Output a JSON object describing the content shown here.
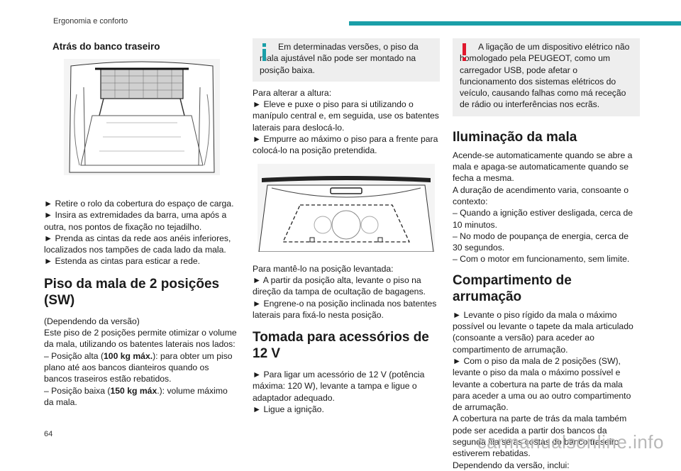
{
  "header": {
    "section": "Ergonomia e conforto"
  },
  "page_number": "64",
  "watermark": "carmanualsonline.info",
  "col1": {
    "subheading": "Atrás do banco traseiro",
    "steps": "► Retire o rolo da cobertura do espaço de carga.\n► Insira as extremidades da barra, uma após a outra, nos pontos de fixação no tejadilho.\n► Prenda as cintas da rede aos anéis inferiores, localizados nos tampões de cada lado da mala.\n► Estenda as cintas para esticar a rede.",
    "heading": "Piso da mala de 2 posições (SW)",
    "intro": "(Dependendo da versão)\nEste piso de 2 posições permite otimizar o volume da mala, utilizando os batentes laterais nos lados:",
    "item1_pre": "– Posição alta (",
    "item1_bold": "100 kg máx.",
    "item1_post": "): para obter um piso plano até aos bancos dianteiros quando os bancos traseiros estão rebatidos.",
    "item2_pre": "– Posição baixa (",
    "item2_bold": "150 kg máx",
    "item2_post": ".): volume máximo da mala."
  },
  "col2": {
    "info_note": "Em determinadas versões, o piso da mala ajustável não pode ser montado na posição baixa.",
    "steps_a": "Para alterar a altura:\n► Eleve e puxe o piso para si utilizando o manípulo central e, em seguida, use os batentes laterais para deslocá-lo.\n► Empurre ao máximo o piso para a frente para colocá-lo na posição pretendida.",
    "steps_b": "Para mantê-lo na posição levantada:\n► A partir da posição alta, levante o piso na direção da tampa de ocultação de bagagens.\n► Engrene-o na posição inclinada nos batentes laterais para fixá-lo nesta posição.",
    "heading": "Tomada para acessórios de 12 V",
    "steps_c": "► Para ligar um acessório de 12 V (potência máxima: 120 W), levante a tampa e ligue o adaptador adequado.\n► Ligue a ignição."
  },
  "col3": {
    "warning_note": "A ligação de um dispositivo elétrico não homologado pela PEUGEOT, como um carregador USB, pode afetar o funcionamento dos sistemas elétricos do veículo, causando falhas como má receção de rádio ou interferências nos ecrãs.",
    "heading1": "Iluminação da mala",
    "text1": "Acende-se automaticamente quando se abre a mala e apaga-se automaticamente quando se fecha a mesma.\nA duração de acendimento varia, consoante o contexto:\n– Quando a ignição estiver desligada, cerca de 10 minutos.\n– No modo de poupança de energia, cerca de 30 segundos.\n– Com o motor em funcionamento, sem limite.",
    "heading2": "Compartimento de arrumação",
    "text2": "► Levante o piso rígido da mala o máximo possível ou levante o tapete da mala articulado (consoante a versão) para aceder ao compartimento de arrumação.\n► Com o piso da mala de 2 posições (SW), levante o piso da mala o máximo possível e levante a cobertura na parte de trás da mala para aceder a uma ou ao outro compartimento de arrumação.\nA cobertura na parte de trás da mala também pode ser acedida a partir dos bancos da segunda fila se as costas do banco traseiro estiverem rebatidas.\nDependendo da versão, inclui:"
  }
}
